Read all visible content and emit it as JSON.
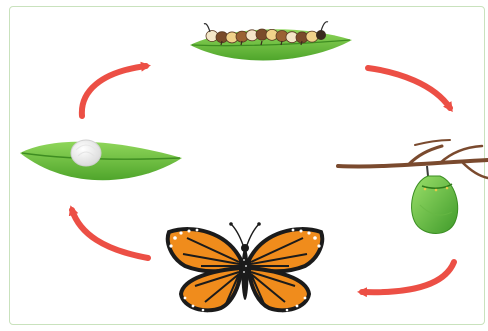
{
  "diagram": {
    "stages": [
      {
        "id": "egg",
        "icon": "egg-on-leaf-icon"
      },
      {
        "id": "caterpillar",
        "icon": "caterpillar-on-leaf-icon"
      },
      {
        "id": "chrysalis",
        "icon": "chrysalis-on-branch-icon"
      },
      {
        "id": "butterfly",
        "icon": "monarch-butterfly-icon"
      }
    ],
    "arrow_color": "#ec4f45",
    "leaf_color": "#6cc13d",
    "frame_color": "#c9e2bd"
  }
}
